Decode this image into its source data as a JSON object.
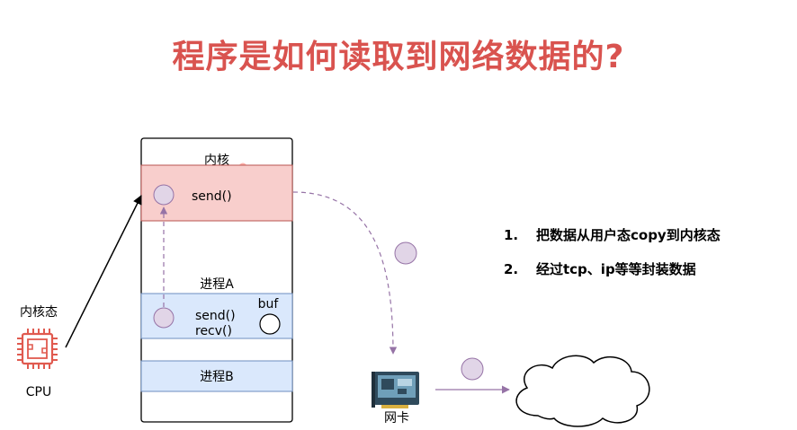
{
  "title": "程序是如何读取到网络数据的?",
  "kernel": {
    "label": "内核",
    "send": "send()"
  },
  "process_a": {
    "label": "进程A",
    "send": "send()",
    "recv": "recv()",
    "buf": "buf"
  },
  "process_b": {
    "label": "进程B"
  },
  "cpu": {
    "mode_label": "内核态",
    "label": "CPU"
  },
  "nic": {
    "label": "网卡"
  },
  "steps": [
    {
      "num": "1.",
      "text": "把数据从用户态copy到内核态"
    },
    {
      "num": "2.",
      "text": "经过tcp、ip等等封装数据"
    }
  ],
  "colors": {
    "title": "#d9534f",
    "kernel_fill": "#f8cecc",
    "kernel_stroke": "#b85450",
    "process_fill": "#dae8fc",
    "process_stroke": "#6c8ebf",
    "packet_fill": "#e1d5e7",
    "packet_stroke": "#9673a6",
    "cpu": "#e05a4f"
  }
}
